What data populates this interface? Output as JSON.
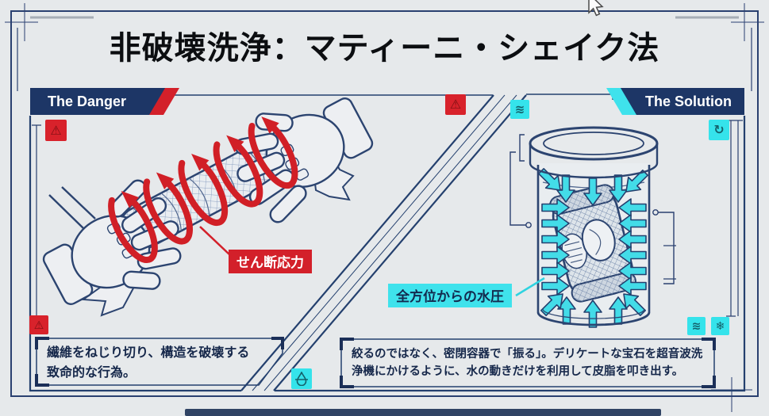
{
  "title": "非破壊洗浄：マティーニ・シェイク法",
  "panels": {
    "danger": {
      "header": "The Danger",
      "callout": "せん断応力",
      "note_line1": "繊維をねじり切り、構造を破壊する",
      "note_line2": "致命的な行為。"
    },
    "solution": {
      "header": "The Solution",
      "callout": "全方位からの水圧",
      "note_line1": "絞るのではなく、密閉容器で「振る」。デリケートな宝石を超音波洗",
      "note_line2": "浄機にかけるように、水の動きだけを利用して皮脂を叩き出す。"
    }
  },
  "icons": {
    "warning_glyph": "⚠",
    "wind_glyph": "≋",
    "cycle_glyph": "↻",
    "snowflake_glyph": "❄"
  },
  "colors": {
    "danger_accent": "#d3202a",
    "solution_accent": "#3fe2ec",
    "line_navy": "#2a4070",
    "flag_navy": "#1d3666",
    "background": "#e6e9eb"
  }
}
